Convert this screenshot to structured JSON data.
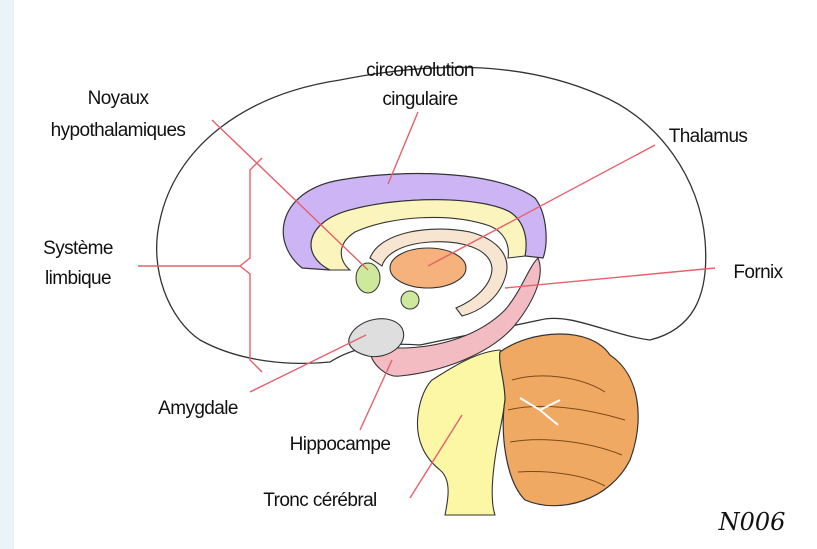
{
  "colors": {
    "background": "#ffffff",
    "left_frame": "#eaf3f7",
    "outline": "#333333",
    "leader_line": "#e8606b",
    "cingulate": "#cdb4f5",
    "fornix": "#f7e5d1",
    "thalamus": "#f6b27c",
    "hypothalamic_nuclei": "#cdea9c",
    "amygdala": "#dedede",
    "hippocampus": "#f3bcc3",
    "brainstem": "#fbf7a5",
    "cerebellum": "#f0a963",
    "pale_yellow_band": "#fbf4bd"
  },
  "labels": {
    "cingulate_line1": "circonvolution",
    "cingulate_line2": "cingulaire",
    "hypothalamic_line1": "Noyaux",
    "hypothalamic_line2": "hypothalamiques",
    "thalamus": "Thalamus",
    "limbic_line1": "Système",
    "limbic_line2": "limbique",
    "fornix": "Fornix",
    "amygdala": "Amygdale",
    "hippocampus": "Hippocampe",
    "brainstem": "Tronc cérébral"
  },
  "signature": "N006"
}
